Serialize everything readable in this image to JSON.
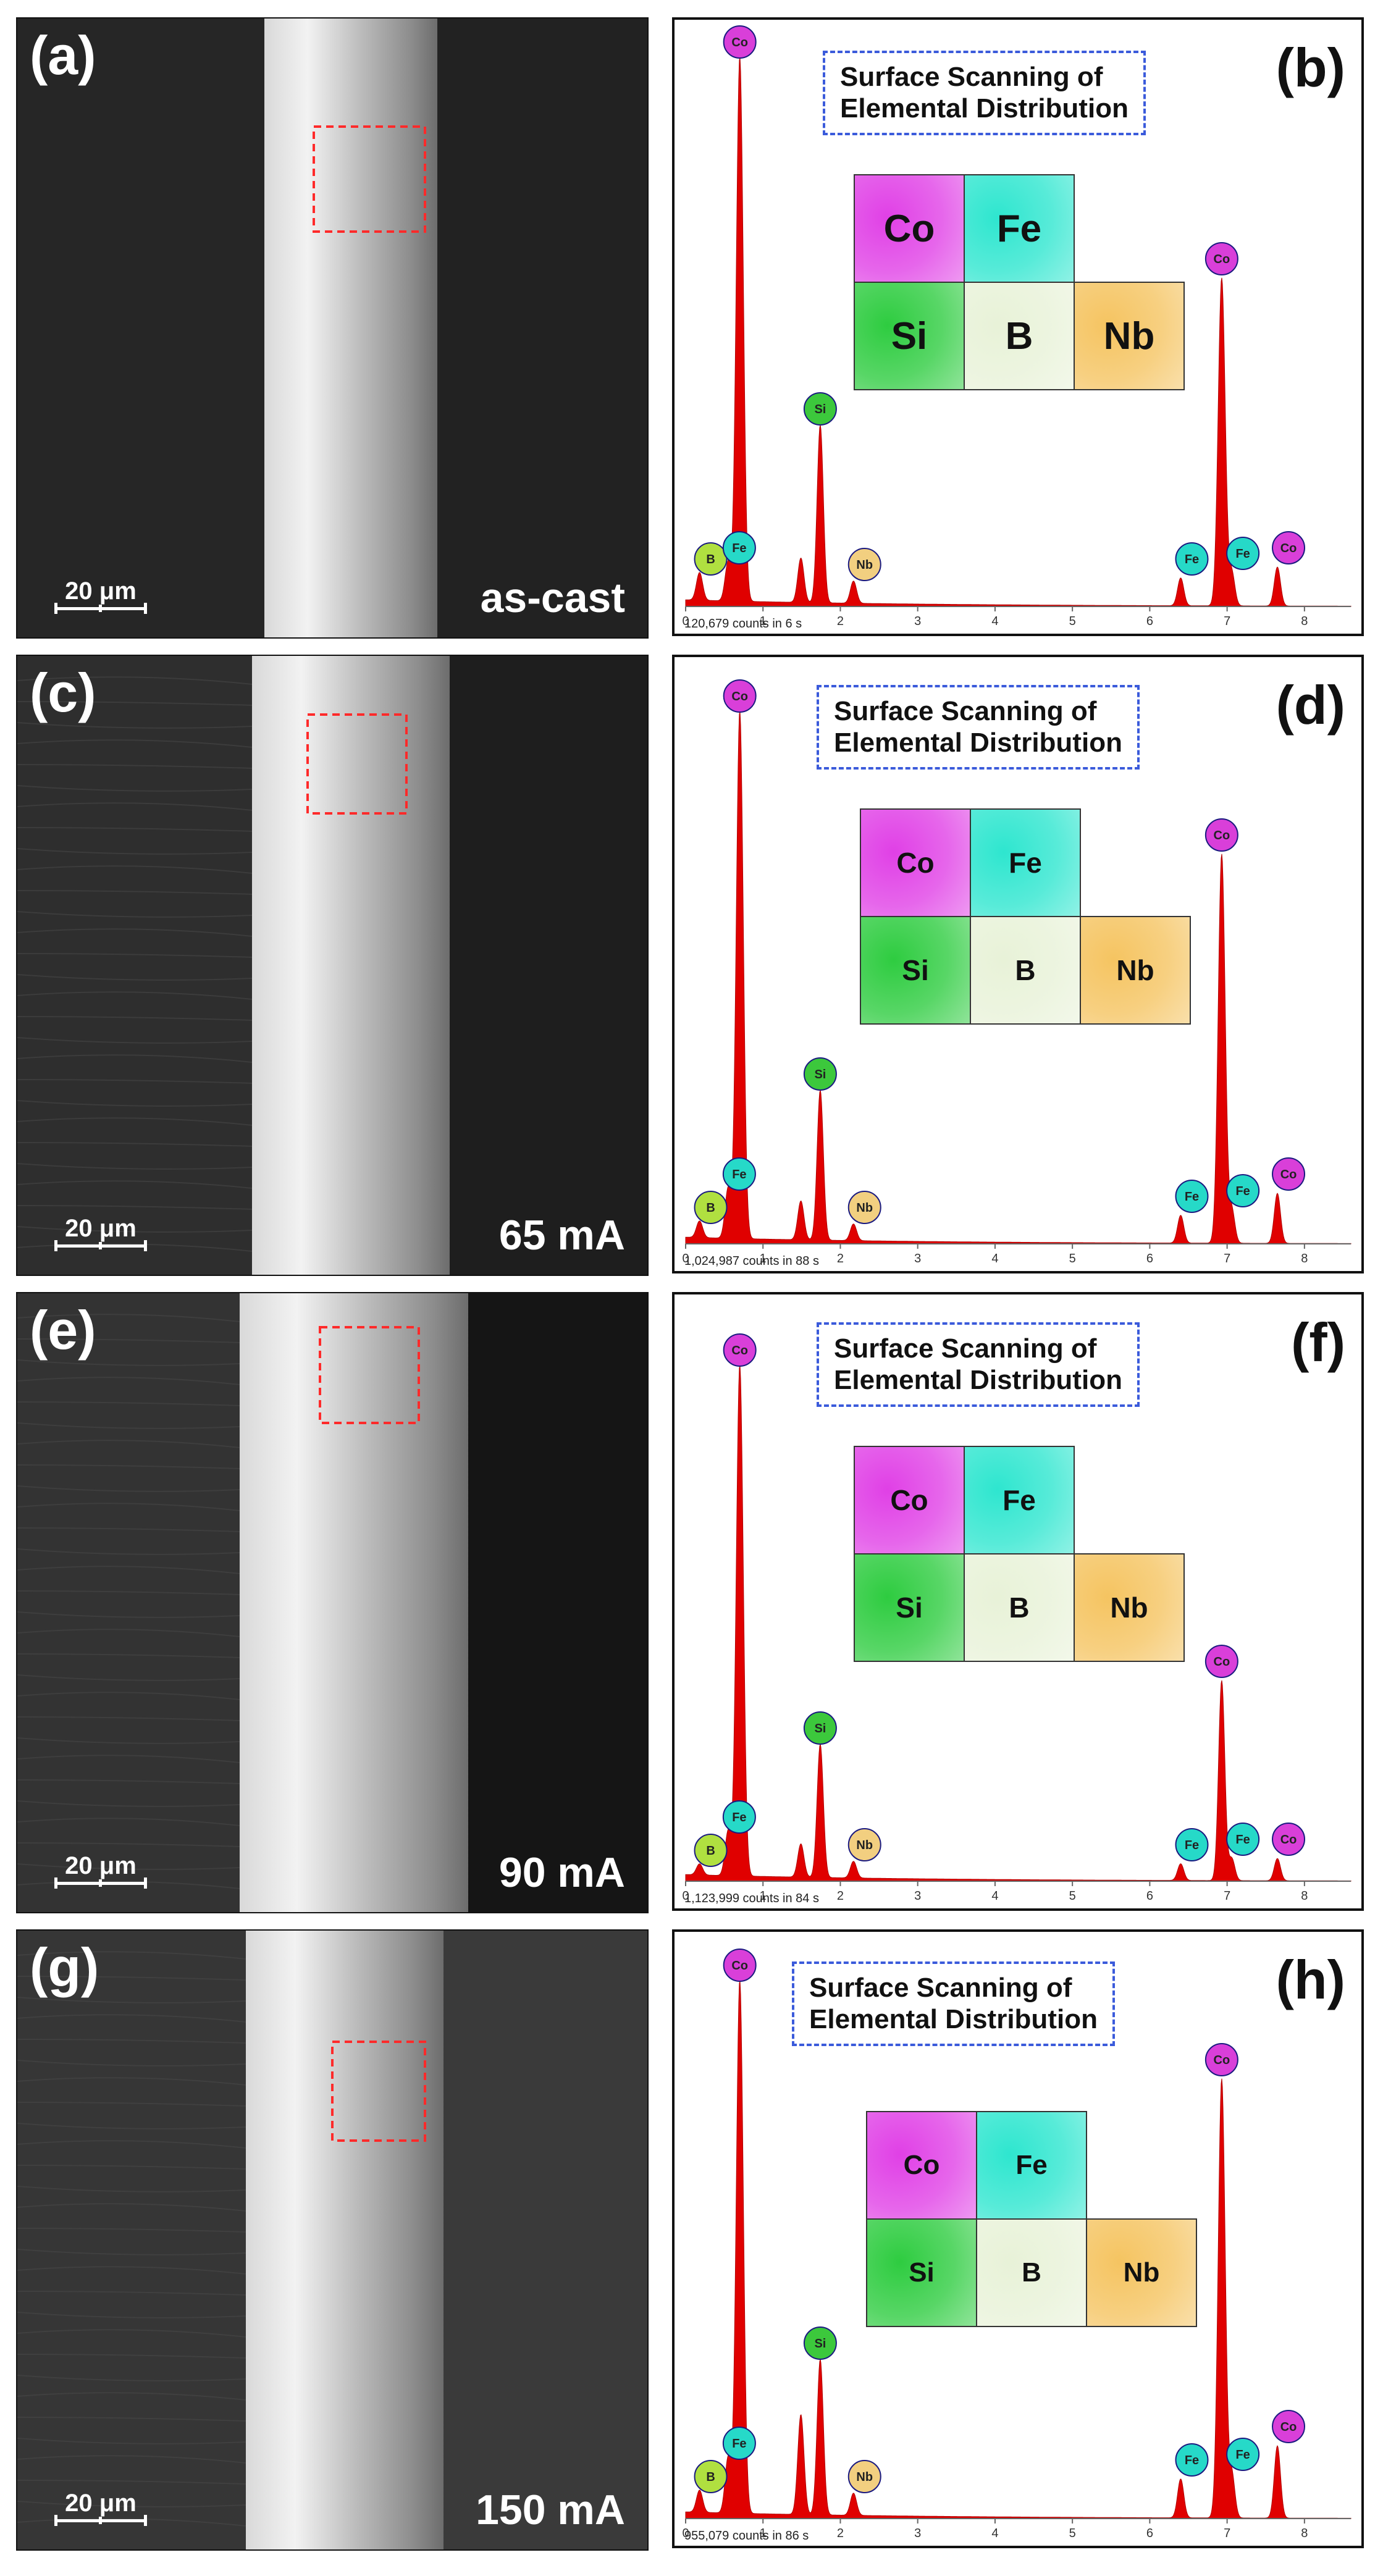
{
  "figure": {
    "rows": [
      {
        "sem": {
          "letter": "(a)",
          "condition": "as-cast",
          "scale": "20 μm"
        },
        "eds": {
          "letter": "(b)",
          "title_line1": "Surface Scanning of",
          "title_line2": "Elemental Distribution",
          "counts_label": "120,679 counts in 6 s"
        }
      },
      {
        "sem": {
          "letter": "(c)",
          "condition": "65 mA",
          "scale": "20 μm"
        },
        "eds": {
          "letter": "(d)",
          "title_line1": "Surface Scanning of",
          "title_line2": "Elemental Distribution",
          "counts_label": "1,024,987 counts in 88 s"
        }
      },
      {
        "sem": {
          "letter": "(e)",
          "condition": "90 mA",
          "scale": "20 μm"
        },
        "eds": {
          "letter": "(f)",
          "title_line1": "Surface Scanning of",
          "title_line2": "Elemental Distribution",
          "counts_label": "1,123,999 counts in 84 s"
        }
      },
      {
        "sem": {
          "letter": "(g)",
          "condition": "150 mA",
          "scale": "20 μm"
        },
        "eds": {
          "letter": "(h)",
          "title_line1": "Surface Scanning of",
          "title_line2": "Elemental Distribution",
          "counts_label": "955,079 counts in 86 s"
        }
      }
    ],
    "element_maps": [
      {
        "element": "Co",
        "color": "#e040e6"
      },
      {
        "element": "Fe",
        "color": "#2ee6cf"
      },
      {
        "element": "Si",
        "color": "#2ecc40"
      },
      {
        "element": "B",
        "color": "#e8f2d8"
      },
      {
        "element": "Nb",
        "color": "#f5c461"
      }
    ],
    "peak_colors": {
      "Co": "#d93fd9",
      "Fe": "#26d9c8",
      "Si": "#3cc83c",
      "B": "#b0e040",
      "Nb": "#f2cf80"
    },
    "spectrum_fill": "#e00000"
  },
  "chart_data": [
    {
      "type": "area",
      "panel": "(b)",
      "xlim": [
        0,
        8.6
      ],
      "x_ticks": [
        "0",
        "1",
        "2",
        "3",
        "4",
        "5",
        "6",
        "7",
        "8"
      ],
      "peaks": [
        {
          "x": 0.18,
          "h": 0.05,
          "label": "B"
        },
        {
          "x": 0.55,
          "h": 0.07,
          "label": "Fe"
        },
        {
          "x": 0.7,
          "h": 0.98,
          "label": "Co"
        },
        {
          "x": 1.49,
          "h": 0.08,
          "label": ""
        },
        {
          "x": 1.74,
          "h": 0.32,
          "label": "Si"
        },
        {
          "x": 2.17,
          "h": 0.04,
          "label": "Nb"
        },
        {
          "x": 6.4,
          "h": 0.05,
          "label": "Fe"
        },
        {
          "x": 6.93,
          "h": 0.59,
          "label": "Co"
        },
        {
          "x": 7.06,
          "h": 0.06,
          "label": "Fe"
        },
        {
          "x": 7.65,
          "h": 0.07,
          "label": "Co"
        }
      ]
    },
    {
      "type": "area",
      "panel": "(d)",
      "xlim": [
        0,
        8.6
      ],
      "x_ticks": [
        "0",
        "1",
        "2",
        "3",
        "4",
        "5",
        "6",
        "7",
        "8"
      ],
      "peaks": [
        {
          "x": 0.18,
          "h": 0.03,
          "label": "B"
        },
        {
          "x": 0.55,
          "h": 0.09,
          "label": "Fe"
        },
        {
          "x": 0.7,
          "h": 0.95,
          "label": "Co"
        },
        {
          "x": 1.49,
          "h": 0.07,
          "label": ""
        },
        {
          "x": 1.74,
          "h": 0.27,
          "label": "Si"
        },
        {
          "x": 2.17,
          "h": 0.03,
          "label": "Nb"
        },
        {
          "x": 6.4,
          "h": 0.05,
          "label": "Fe"
        },
        {
          "x": 6.93,
          "h": 0.7,
          "label": "Co"
        },
        {
          "x": 7.06,
          "h": 0.06,
          "label": "Fe"
        },
        {
          "x": 7.65,
          "h": 0.09,
          "label": "Co"
        }
      ]
    },
    {
      "type": "area",
      "panel": "(f)",
      "xlim": [
        0,
        8.6
      ],
      "x_ticks": [
        "0",
        "1",
        "2",
        "3",
        "4",
        "5",
        "6",
        "7",
        "8"
      ],
      "peaks": [
        {
          "x": 0.18,
          "h": 0.02,
          "label": "B"
        },
        {
          "x": 0.55,
          "h": 0.08,
          "label": "Fe"
        },
        {
          "x": 0.7,
          "h": 0.92,
          "label": "Co"
        },
        {
          "x": 1.49,
          "h": 0.06,
          "label": ""
        },
        {
          "x": 1.74,
          "h": 0.24,
          "label": "Si"
        },
        {
          "x": 2.17,
          "h": 0.03,
          "label": "Nb"
        },
        {
          "x": 6.4,
          "h": 0.03,
          "label": "Fe"
        },
        {
          "x": 6.93,
          "h": 0.36,
          "label": "Co"
        },
        {
          "x": 7.06,
          "h": 0.04,
          "label": "Fe"
        },
        {
          "x": 7.65,
          "h": 0.04,
          "label": "Co"
        }
      ]
    },
    {
      "type": "area",
      "panel": "(h)",
      "xlim": [
        0,
        8.6
      ],
      "x_ticks": [
        "0",
        "1",
        "2",
        "3",
        "4",
        "5",
        "6",
        "7",
        "8"
      ],
      "peaks": [
        {
          "x": 0.18,
          "h": 0.04,
          "label": "B"
        },
        {
          "x": 0.55,
          "h": 0.1,
          "label": "Fe"
        },
        {
          "x": 0.7,
          "h": 0.96,
          "label": "Co"
        },
        {
          "x": 1.49,
          "h": 0.18,
          "label": ""
        },
        {
          "x": 1.74,
          "h": 0.28,
          "label": "Si"
        },
        {
          "x": 2.17,
          "h": 0.04,
          "label": "Nb"
        },
        {
          "x": 6.4,
          "h": 0.07,
          "label": "Fe"
        },
        {
          "x": 6.93,
          "h": 0.79,
          "label": "Co"
        },
        {
          "x": 7.06,
          "h": 0.08,
          "label": "Fe"
        },
        {
          "x": 7.65,
          "h": 0.13,
          "label": "Co"
        }
      ]
    }
  ]
}
